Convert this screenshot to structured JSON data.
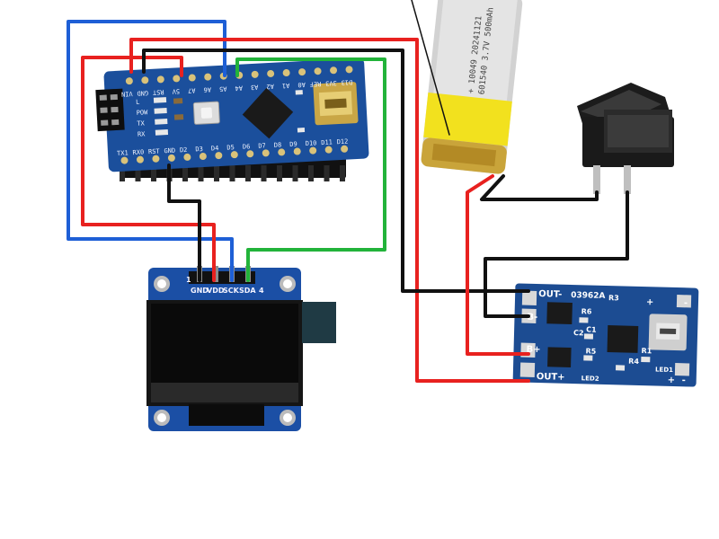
{
  "colors": {
    "wire_red": "#e8211f",
    "wire_blue": "#1e5fd6",
    "wire_green": "#22b33a",
    "wire_black": "#111111",
    "pcb_blue": "#1b4f9c",
    "oled_screen": "#151515",
    "battery_yellow": "#f2e11e",
    "battery_silver": "#cfcfcf",
    "switch_black": "#1c1c1c"
  },
  "nano": {
    "top_labels": [
      "VIN",
      "GND",
      "RST",
      "5V",
      "A7",
      "A6",
      "A5",
      "A4",
      "A3",
      "A2",
      "A1",
      "A0",
      "REF",
      "3V3",
      "D13"
    ],
    "bottom_labels": [
      "TX1",
      "RX0",
      "RST",
      "GND",
      "D2",
      "D3",
      "D4",
      "D5",
      "D6",
      "D7",
      "D8",
      "D9",
      "D10",
      "D11",
      "D12"
    ],
    "side_labels": [
      "L",
      "POW",
      "TX",
      "RX"
    ]
  },
  "oled": {
    "pin_labels": [
      "GND",
      "VDD",
      "SCK",
      "SDA"
    ],
    "pin_num_left": "1",
    "pin_num_right": "4"
  },
  "battery": {
    "line1": "601540 3.7V 500mAh",
    "line2": "+ 10049 20241121"
  },
  "charger": {
    "top_labels": [
      "OUT-",
      "03962A",
      "R3"
    ],
    "left_labels": [
      "B-",
      "B+",
      "OUT+"
    ],
    "parts": [
      "R6",
      "C1",
      "C2",
      "R5",
      "R4",
      "R1",
      "LED1",
      "LED2"
    ],
    "plus_label": "+",
    "minus_label": "-",
    "right_plus": "+",
    "right_minus": "-"
  }
}
